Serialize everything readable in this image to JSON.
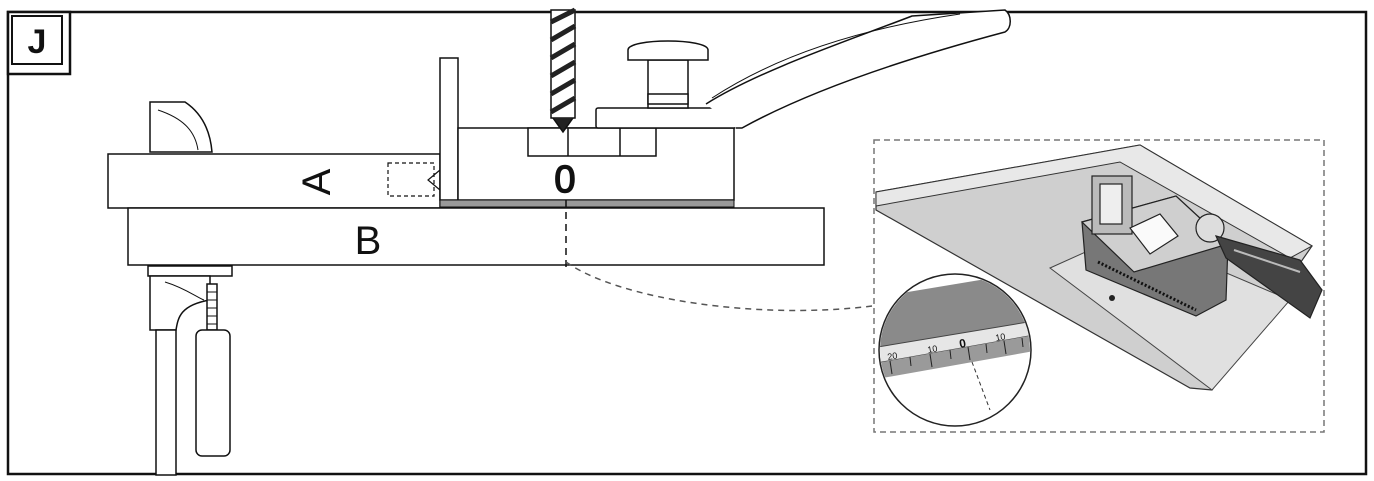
{
  "figure": {
    "step_letter": "J",
    "board_a_label": "A",
    "board_b_label": "B",
    "jig_zero_label": "0"
  },
  "inset": {
    "ruler_ticks": [
      "20",
      "10",
      "0",
      "10"
    ]
  },
  "colors": {
    "line": "#111111",
    "inset_gray": "#d9d9d9",
    "inset_dark": "#8a8a8a",
    "background": "#ffffff"
  }
}
